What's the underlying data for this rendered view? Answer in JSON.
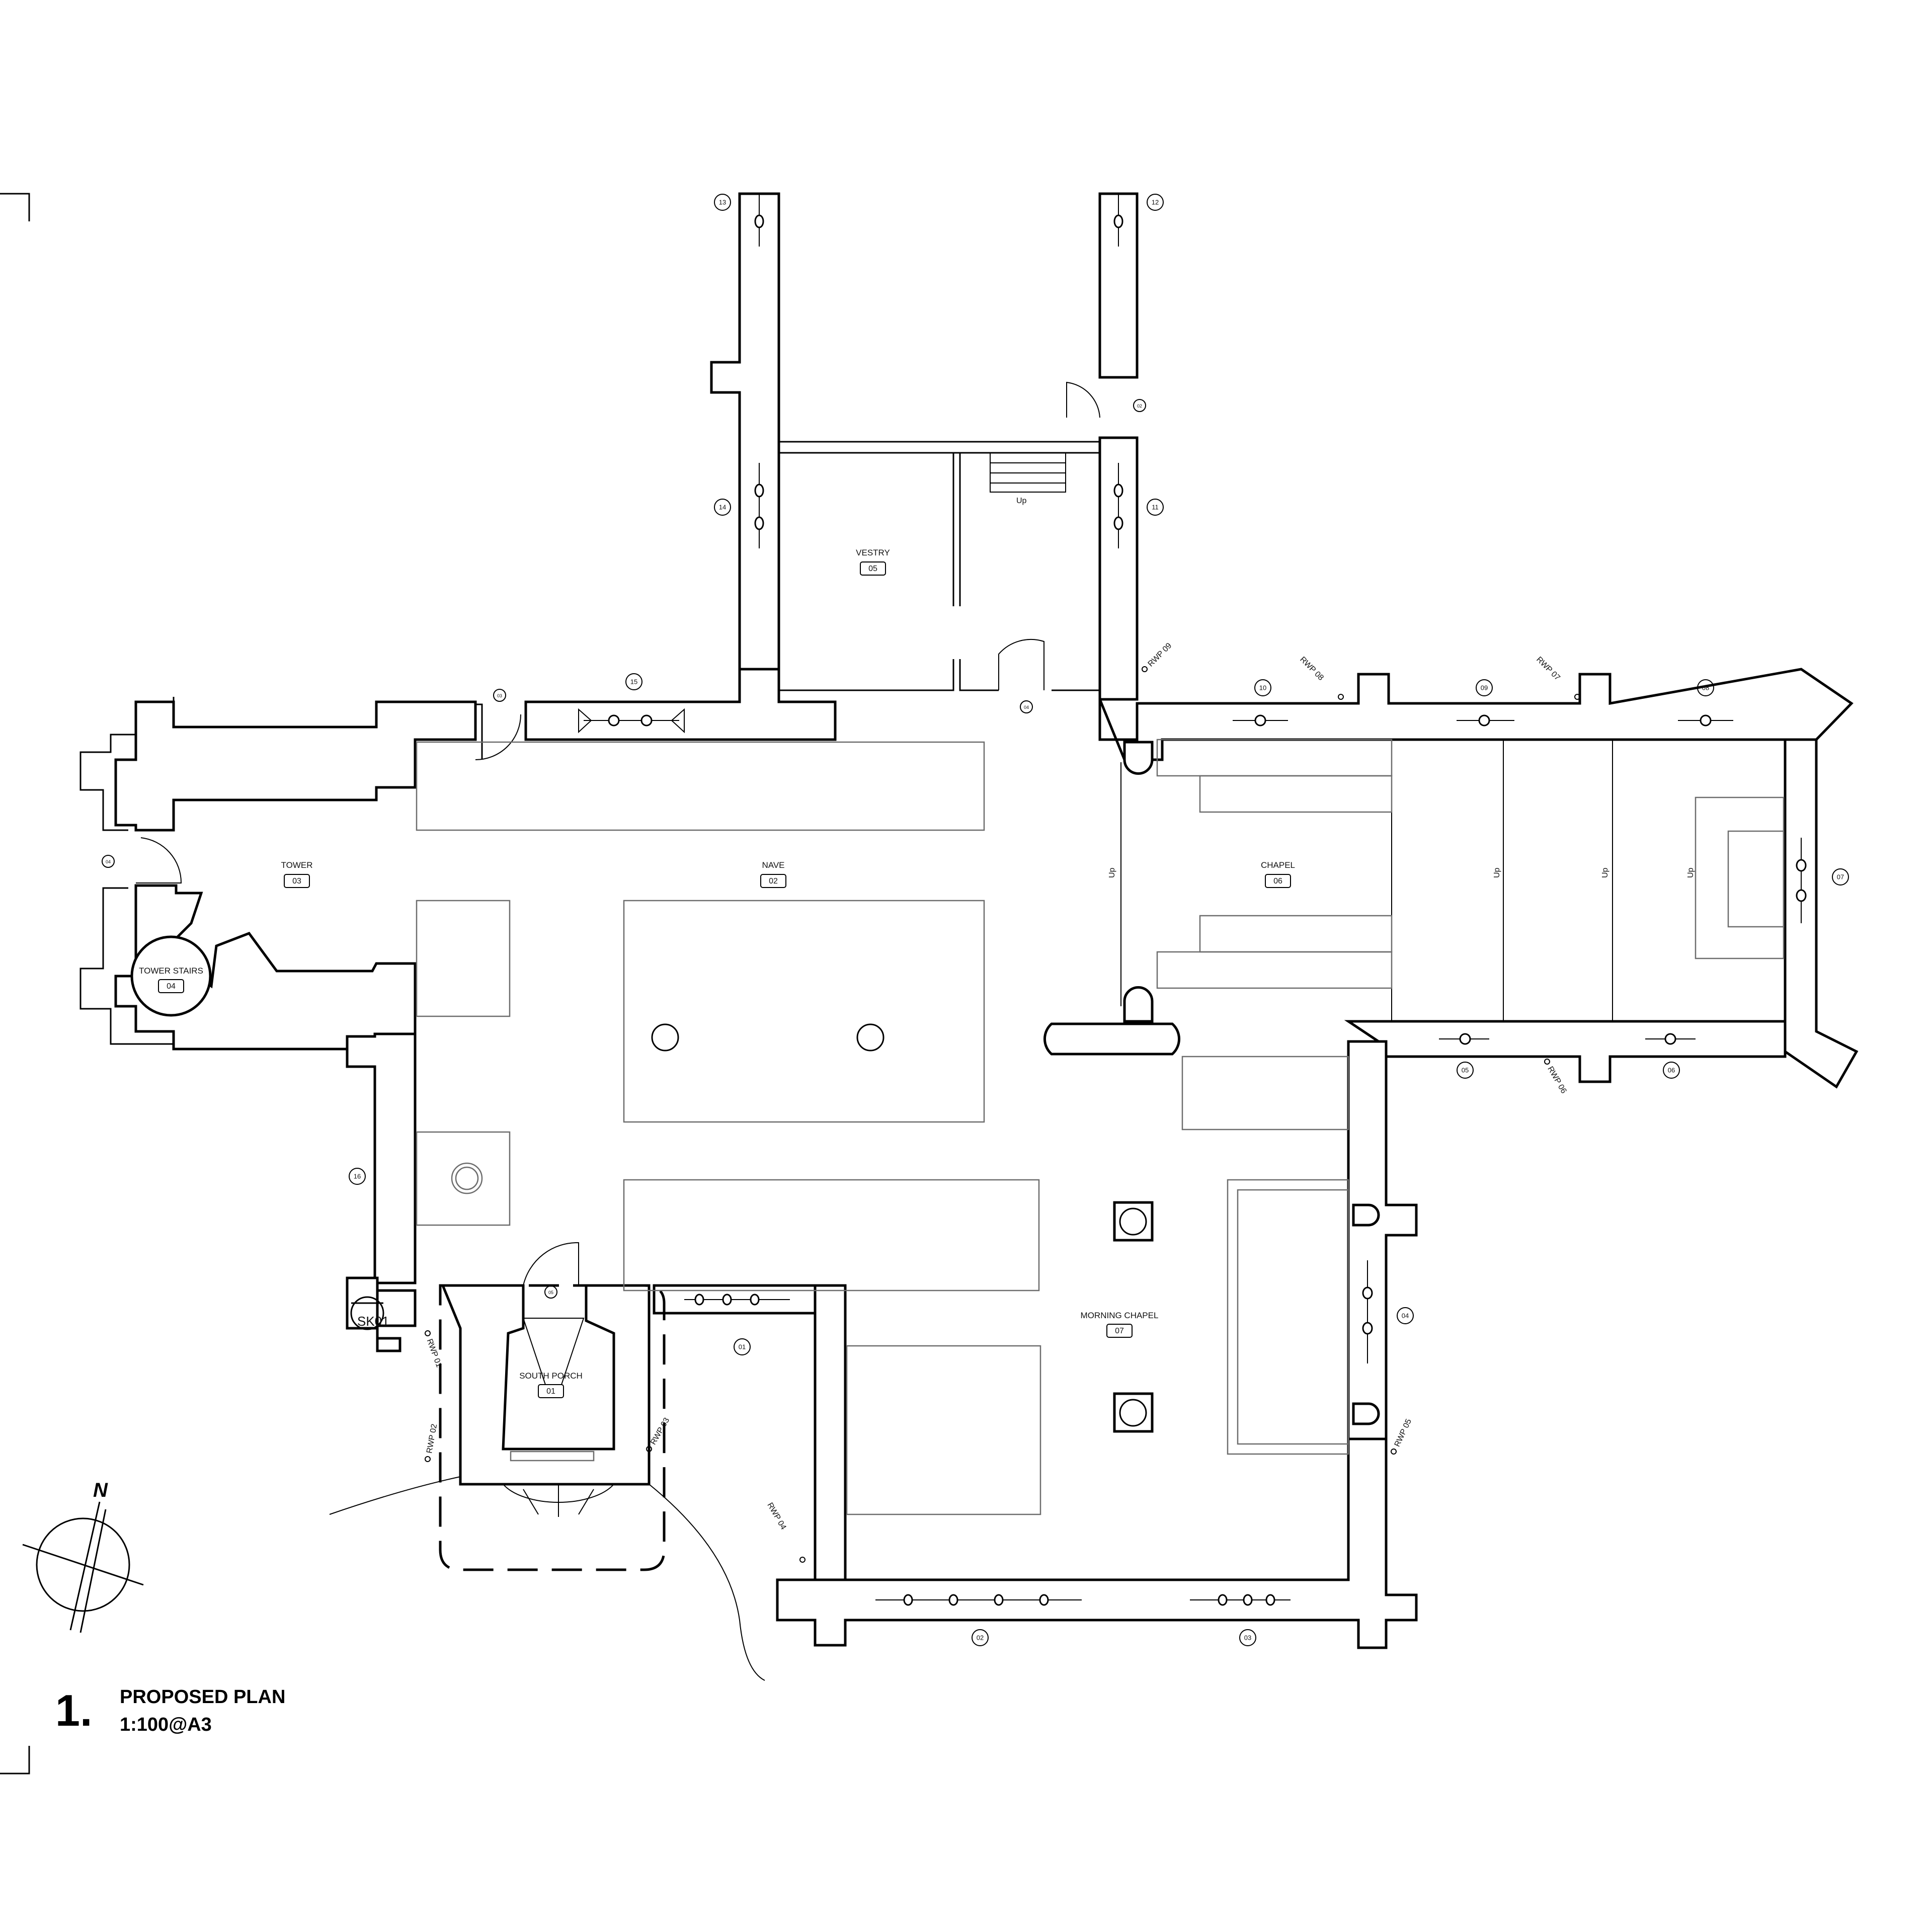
{
  "drawing": {
    "title": "PROPOSED PLAN",
    "scale": "1:100@A3",
    "number": "1.",
    "north_label": "N",
    "section_marker": "SK01"
  },
  "rooms": [
    {
      "id": "tower",
      "name": "TOWER",
      "number": "03"
    },
    {
      "id": "nave",
      "name": "NAVE",
      "number": "02"
    },
    {
      "id": "chapel",
      "name": "CHAPEL",
      "number": "06"
    },
    {
      "id": "vestry",
      "name": "VESTRY",
      "number": "05"
    },
    {
      "id": "tower-stairs",
      "name": "TOWER STAIRS",
      "number": "04"
    },
    {
      "id": "morning-chapel",
      "name": "MORNING CHAPEL",
      "number": "07"
    },
    {
      "id": "south-porch",
      "name": "SOUTH PORCH",
      "number": "01"
    }
  ],
  "window_tags": [
    "01",
    "02",
    "03",
    "04",
    "05",
    "06",
    "07",
    "08",
    "09",
    "10",
    "11",
    "12",
    "13",
    "14",
    "15",
    "16"
  ],
  "door_tags": [
    "01",
    "02",
    "03",
    "04",
    "05"
  ],
  "rainwater_pipes": [
    "RWP 01",
    "RWP 02",
    "RWP 03",
    "RWP 04",
    "RWP 05",
    "RWP 06",
    "RWP 07",
    "RWP 08",
    "RWP 09"
  ],
  "annotations": {
    "stair_up": "Up",
    "step_label": "Up"
  }
}
